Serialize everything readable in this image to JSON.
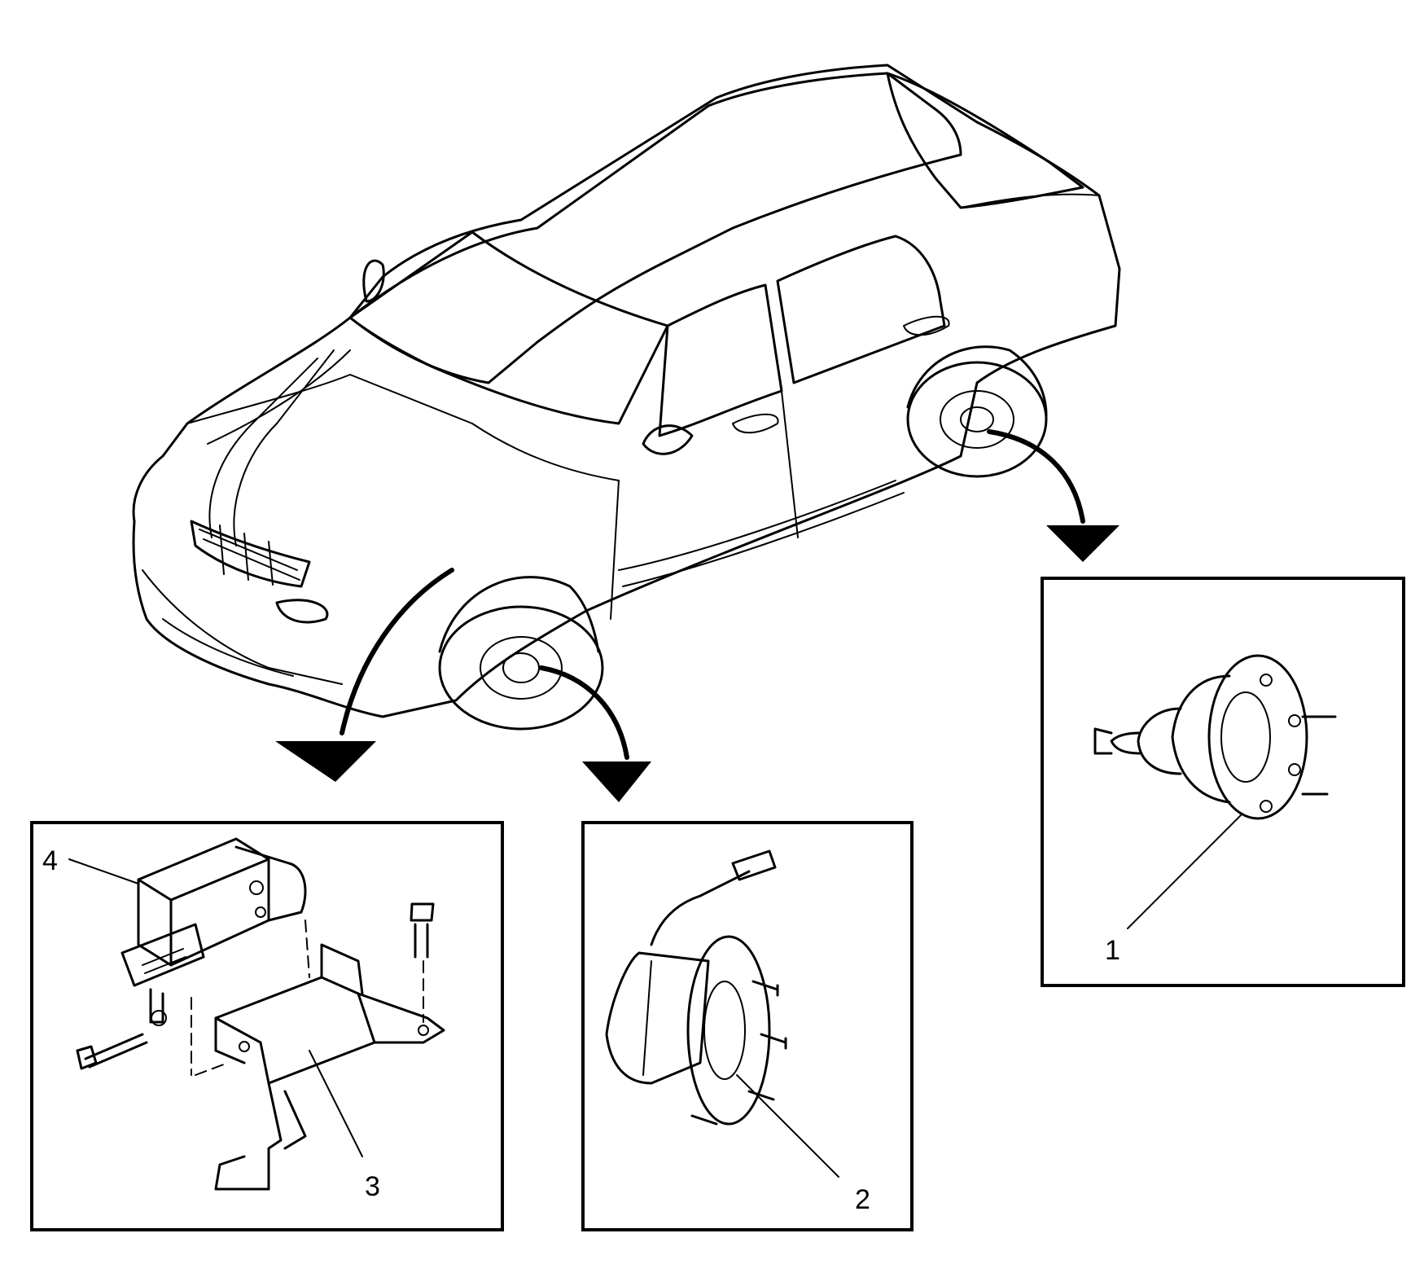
{
  "callouts": {
    "c1": "1",
    "c2": "2",
    "c3": "3",
    "c4": "4"
  },
  "icons": {
    "vehicle": "sedan-vehicle-illustration",
    "rear_hub": "rear-wheel-hub-bearing",
    "front_hub": "front-wheel-hub-bearing-with-sensor",
    "ebcm": "brake-pressure-modulator-valve-with-bracket"
  }
}
